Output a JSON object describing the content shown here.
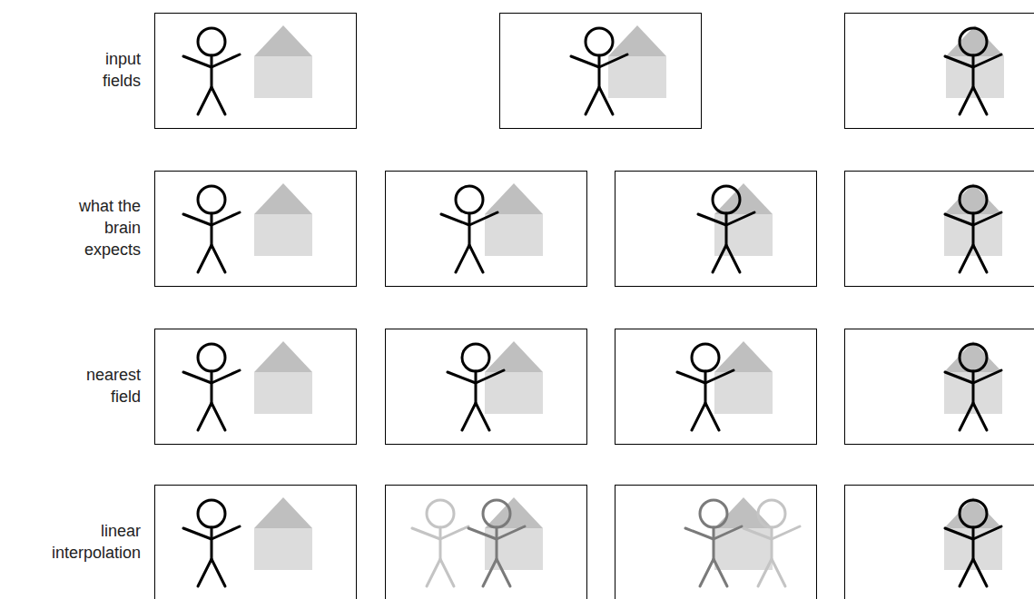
{
  "diagram": {
    "labels": [
      "input fields",
      "what the brain expects",
      "nearest field",
      "linear interpolation"
    ]
  }
}
